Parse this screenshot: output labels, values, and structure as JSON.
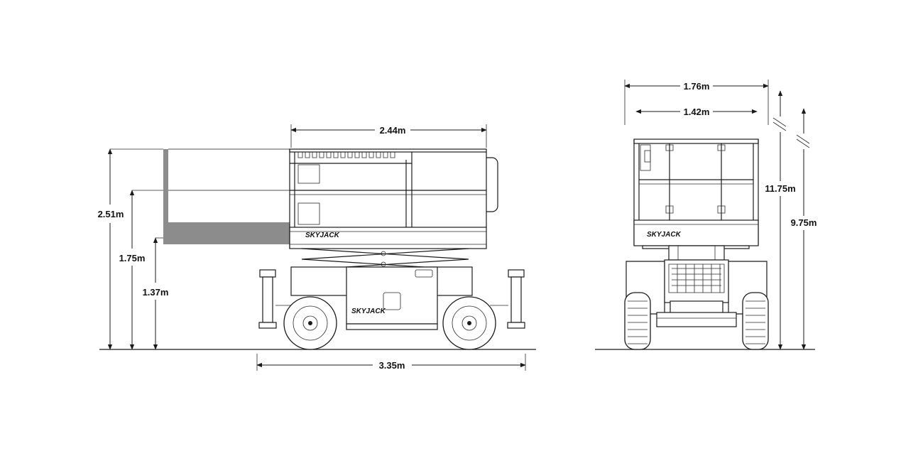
{
  "diagram": {
    "side_view": {
      "brand": "SKYJACK",
      "dimensions": {
        "platform_length": "2.44m",
        "overall_length": "3.35m",
        "height_guardrails_up": "2.51m",
        "height_guardrails_folded": "1.75m",
        "height_stowed": "1.37m"
      }
    },
    "front_view": {
      "brand": "SKYJACK",
      "dimensions": {
        "overall_width": "1.76m",
        "platform_width": "1.42m",
        "working_height": "11.75m",
        "platform_height": "9.75m"
      }
    }
  },
  "colors": {
    "line": "#1a1a1a",
    "extension_shade": "#8c8c8c",
    "background": "#ffffff"
  }
}
